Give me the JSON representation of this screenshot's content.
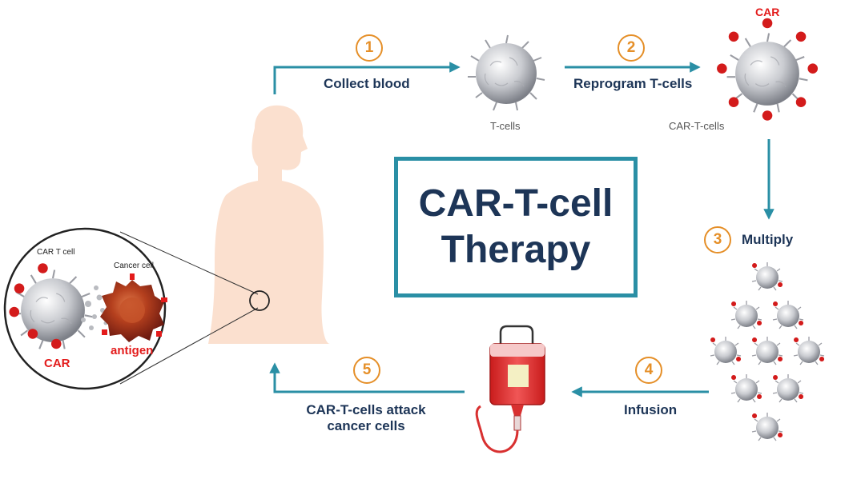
{
  "title": {
    "line1": "CAR-T-cell",
    "line2": "Therapy"
  },
  "colors": {
    "arrow": "#2a8fa5",
    "step_number": "#e58f28",
    "label": "#1d3557",
    "car_red": "#e31b1b",
    "skin": "#fbe0cf"
  },
  "steps": [
    {
      "number": "1",
      "label": "Collect blood"
    },
    {
      "number": "2",
      "label": "Reprogram T-cells"
    },
    {
      "number": "3",
      "label": "Multiply"
    },
    {
      "number": "4",
      "label": "Infusion"
    },
    {
      "number": "5",
      "label_line1": "CAR-T-cells attack",
      "label_line2": "cancer cells"
    }
  ],
  "cells": {
    "tcells_caption": "T-cells",
    "cart_caption": "CAR-T-cells",
    "car_label_top": "CAR"
  },
  "inset": {
    "cart_label": "CAR T cell",
    "cancer_label": "Cancer cell",
    "car_label": "CAR",
    "antigen_label": "antigen"
  }
}
